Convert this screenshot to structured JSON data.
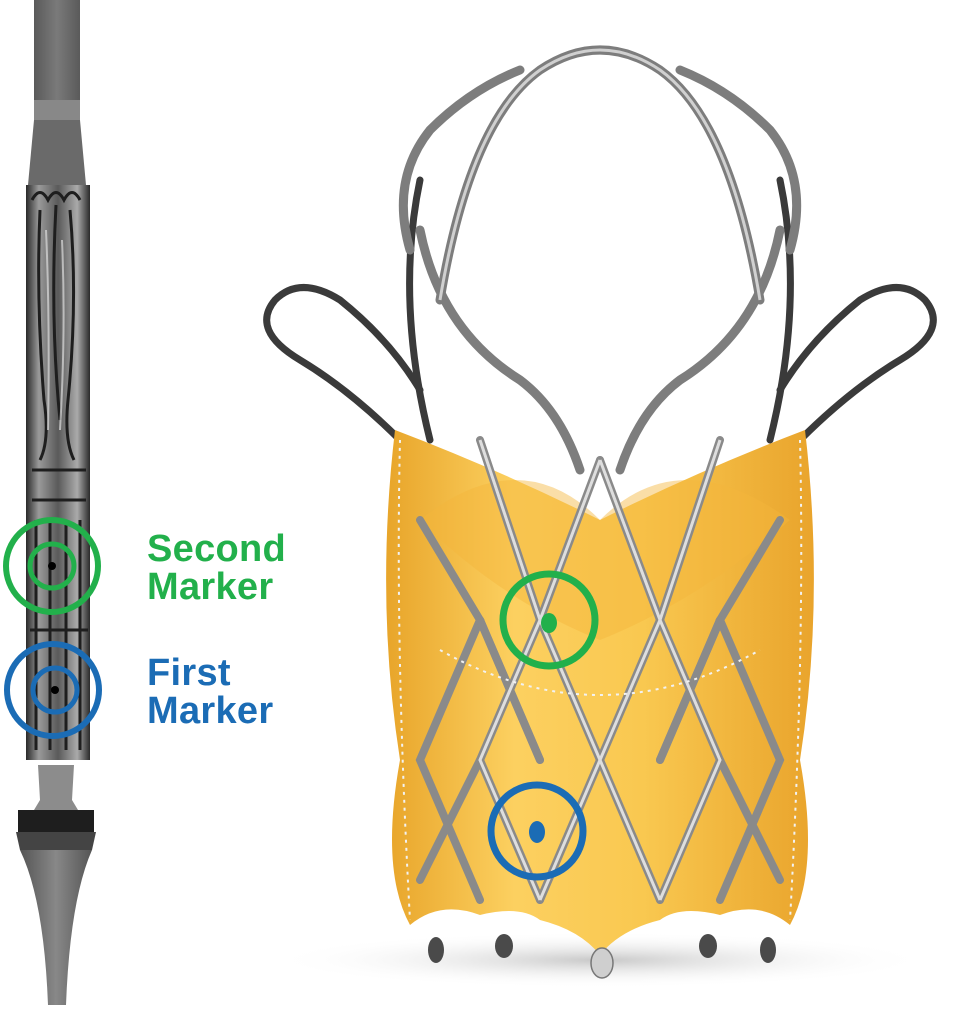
{
  "labels": {
    "second_marker": {
      "line1": "Second",
      "line2": "Marker"
    },
    "first_marker": {
      "line1": "First",
      "line2": "Marker"
    }
  },
  "colors": {
    "second_marker": "#22b04b",
    "first_marker": "#1b6cb5",
    "skirt": "#f8c84c",
    "frame_metal": "#9a9a9a",
    "xray_gray": "#6e6e6e",
    "background": "#ffffff"
  },
  "figure": {
    "left_panel": "fluoroscopic image of crimped valve on delivery catheter",
    "right_panel": "rendered transcatheter heart valve frame with skirt",
    "markers": [
      {
        "name": "second-marker",
        "color": "green"
      },
      {
        "name": "first-marker",
        "color": "blue"
      }
    ]
  }
}
